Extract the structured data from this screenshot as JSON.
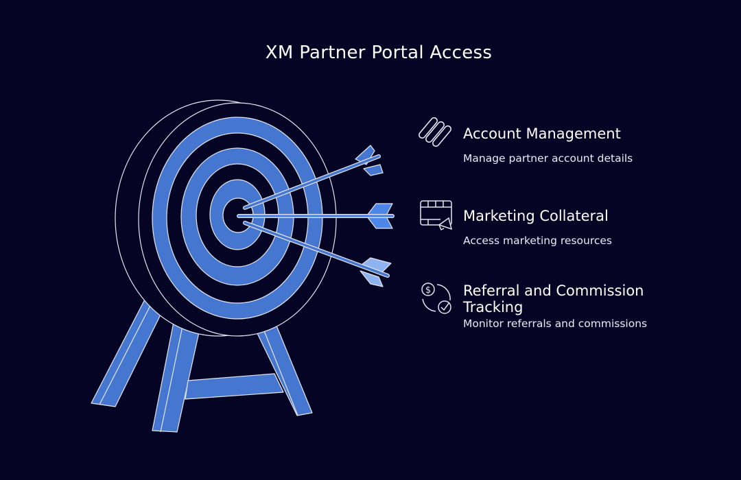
{
  "title": "XM Partner Portal Access",
  "colors": {
    "background": "#060424",
    "ring_blue": "#4677D0",
    "arrow_top": "#4677D0",
    "arrow_middle": "#4B86E8",
    "arrow_bottom": "#8DB4F0",
    "outline": "#E6E6F0"
  },
  "items": [
    {
      "icon": "paperclips-icon",
      "heading": "Account Management",
      "description": "Manage partner account details"
    },
    {
      "icon": "calendar-megaphone-icon",
      "heading": "Marketing Collateral",
      "description": "Access marketing resources"
    },
    {
      "icon": "dollar-cycle-check-icon",
      "heading": "Referral and Commission Tracking",
      "description": "Monitor referrals and commissions"
    }
  ]
}
